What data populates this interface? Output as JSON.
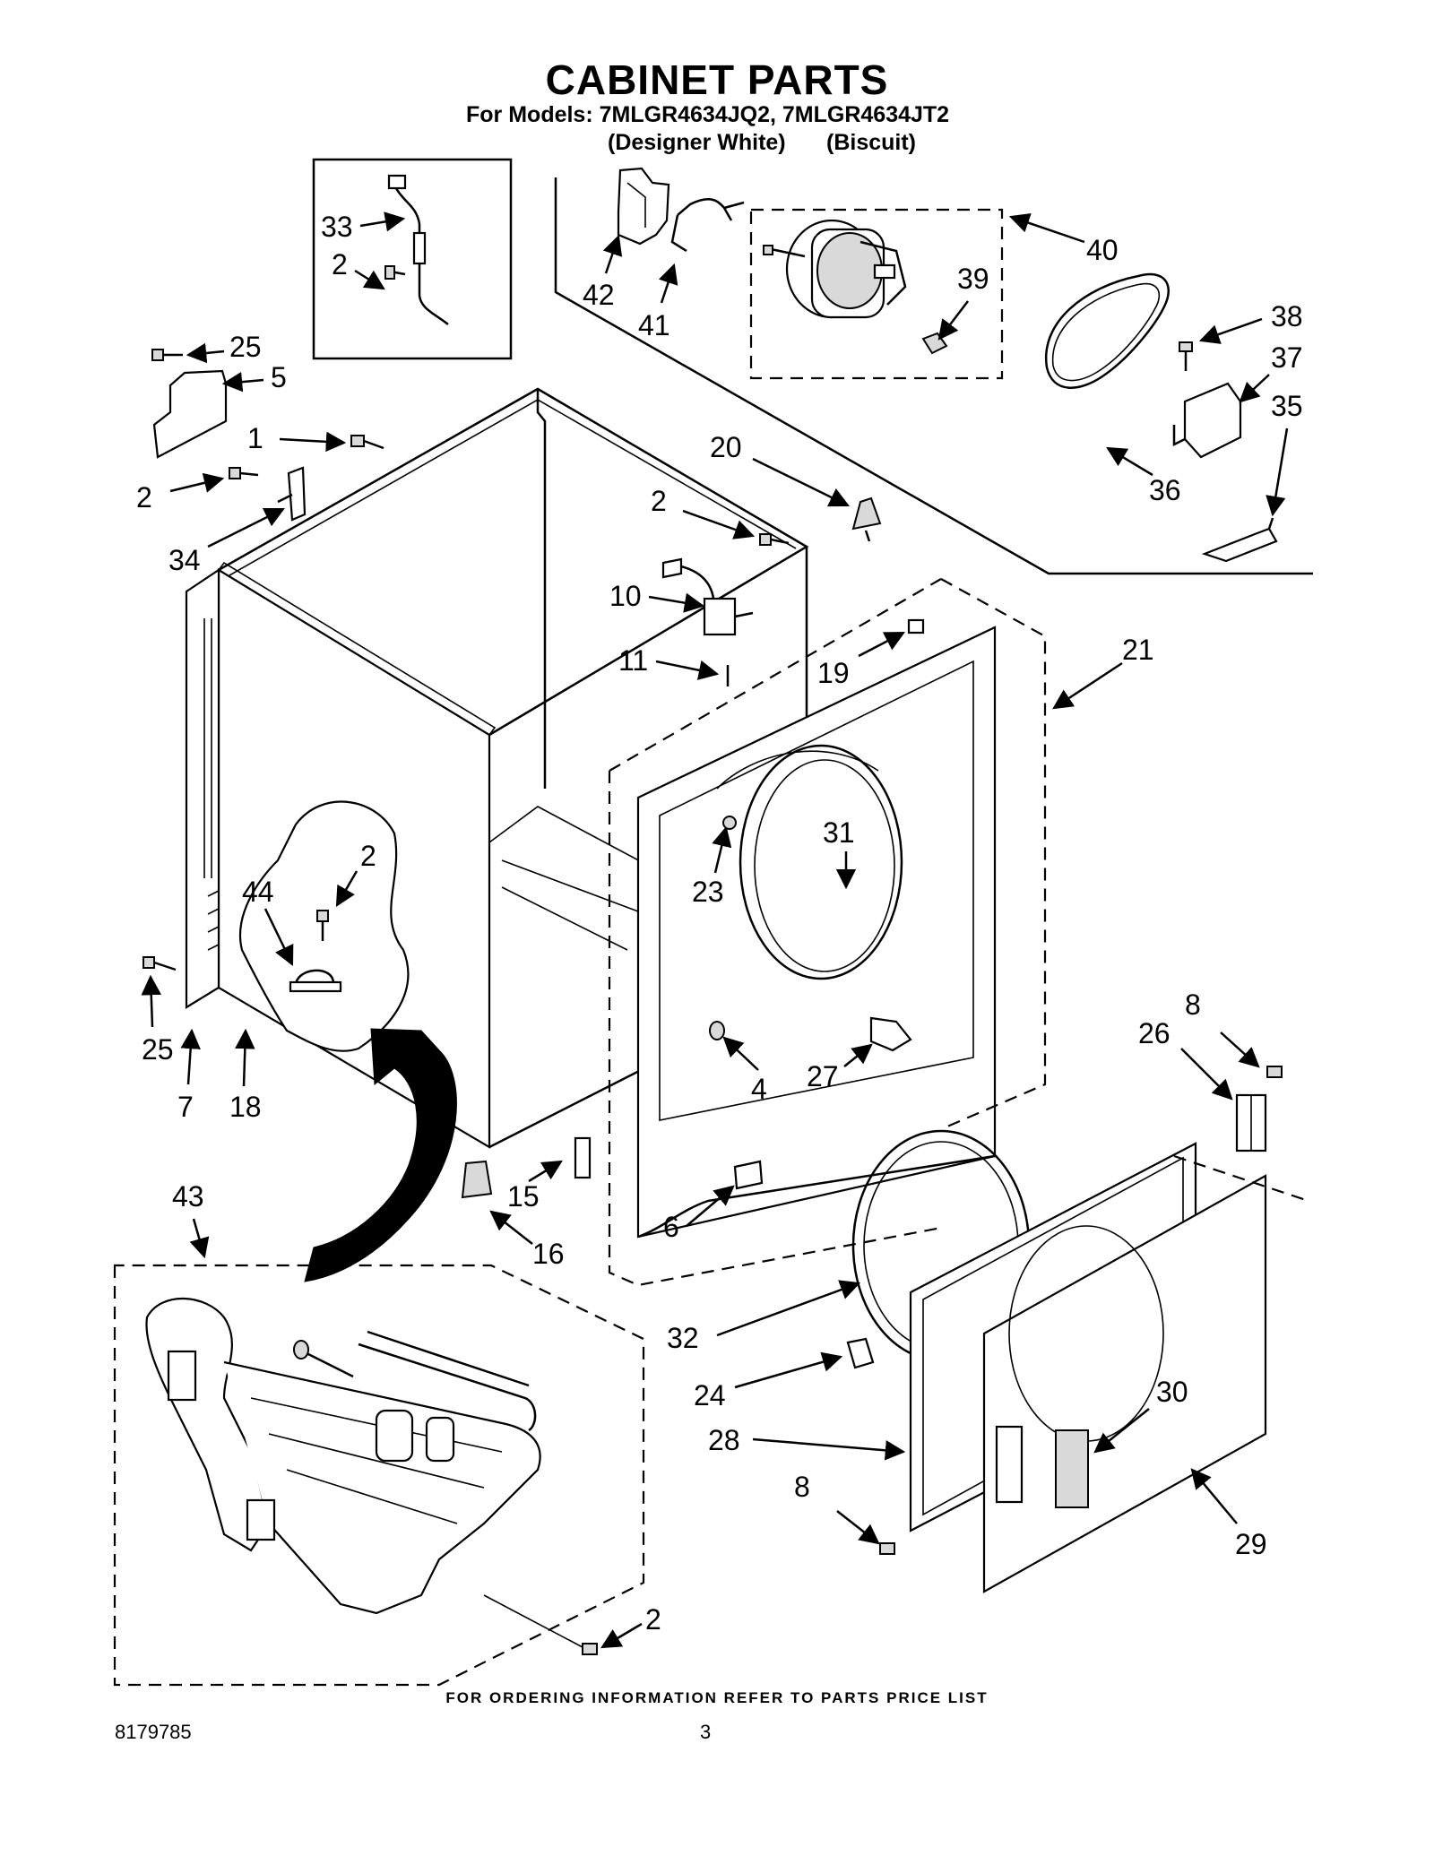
{
  "header": {
    "title": "CABINET PARTS",
    "models_label": "For Models:",
    "models": "7MLGR4634JQ2, 7MLGR4634JT2",
    "variant_1": "(Designer White)",
    "variant_2": "(Biscuit)"
  },
  "footer": {
    "ordering_note": "FOR ORDERING INFORMATION REFER TO PARTS PRICE LIST",
    "document_number": "8179785",
    "page_number": "3"
  },
  "callouts": {
    "c33": "33",
    "c2_inset": "2",
    "c42": "42",
    "c41": "41",
    "c40": "40",
    "c39": "39",
    "c25_top": "25",
    "c5": "5",
    "c1": "1",
    "c2_left": "2",
    "c34": "34",
    "c38": "38",
    "c37": "37",
    "c35": "35",
    "c36": "36",
    "c20": "20",
    "c2_mid": "2",
    "c10": "10",
    "c11": "11",
    "c19": "19",
    "c21": "21",
    "c2_inner": "2",
    "c44": "44",
    "c31": "31",
    "c23": "23",
    "c25_bottom": "25",
    "c7": "7",
    "c18": "18",
    "c4": "4",
    "c27": "27",
    "c8_top": "8",
    "c26": "26",
    "c43": "43",
    "c15": "15",
    "c6": "6",
    "c16": "16",
    "c32": "32",
    "c24": "24",
    "c30": "30",
    "c28": "28",
    "c8_bottom": "8",
    "c29": "29",
    "c2_bottom": "2"
  }
}
